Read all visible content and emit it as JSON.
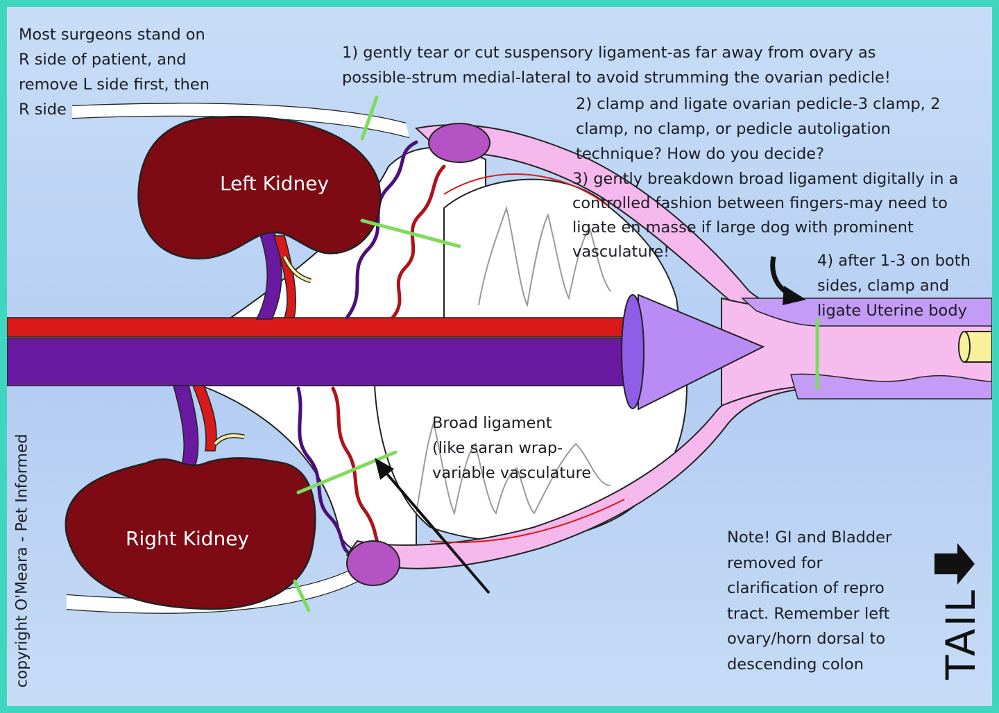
{
  "labels": {
    "left_kidney": "Left Kidney",
    "right_kidney": "Right Kidney",
    "copyright": "copyright O'Meara - Pet Informed",
    "tail": "TAIL"
  },
  "notes": {
    "surgeon_position": "Most surgeons stand on\nR side of patient, and\nremove L side first, then\nR side",
    "step1": "1) gently tear or cut suspensory ligament-as far away from ovary as\npossible-strum medial-lateral to avoid strumming the ovarian pedicle!",
    "step2": "2) clamp and ligate ovarian pedicle-3 clamp, 2\nclamp, no clamp, or pedicle autoligation\ntechnique? How do you decide?",
    "step3": "3) gently breakdown broad ligament digitally in a\ncontrolled fashion between fingers-may need to\nligate en masse if large dog with prominent\nvasculature!",
    "step4": "4) after 1-3 on both\nsides, clamp and\nligate Uterine body",
    "broad_ligament": "Broad ligament\n(like saran wrap-\nvariable vasculature",
    "gi_note": "Note! GI and Bladder\nremoved for\nclarification of repro\ntract. Remember left\novary/horn dorsal to\ndescending colon"
  },
  "colors": {
    "background": "#b9d1f3",
    "border": "#3fd6c0",
    "kidney": "#7e0a14",
    "vena_cava": "#6a1aa0",
    "aorta": "#d81a1a",
    "uterus": "#f4b6ea",
    "ovary": "#b552c4",
    "ligation_line": "#7ddc5a",
    "cervix": "#b98cf5"
  },
  "icons": [
    "curved-arrow-icon",
    "pointer-arrow-icon",
    "right-arrow-icon"
  ]
}
